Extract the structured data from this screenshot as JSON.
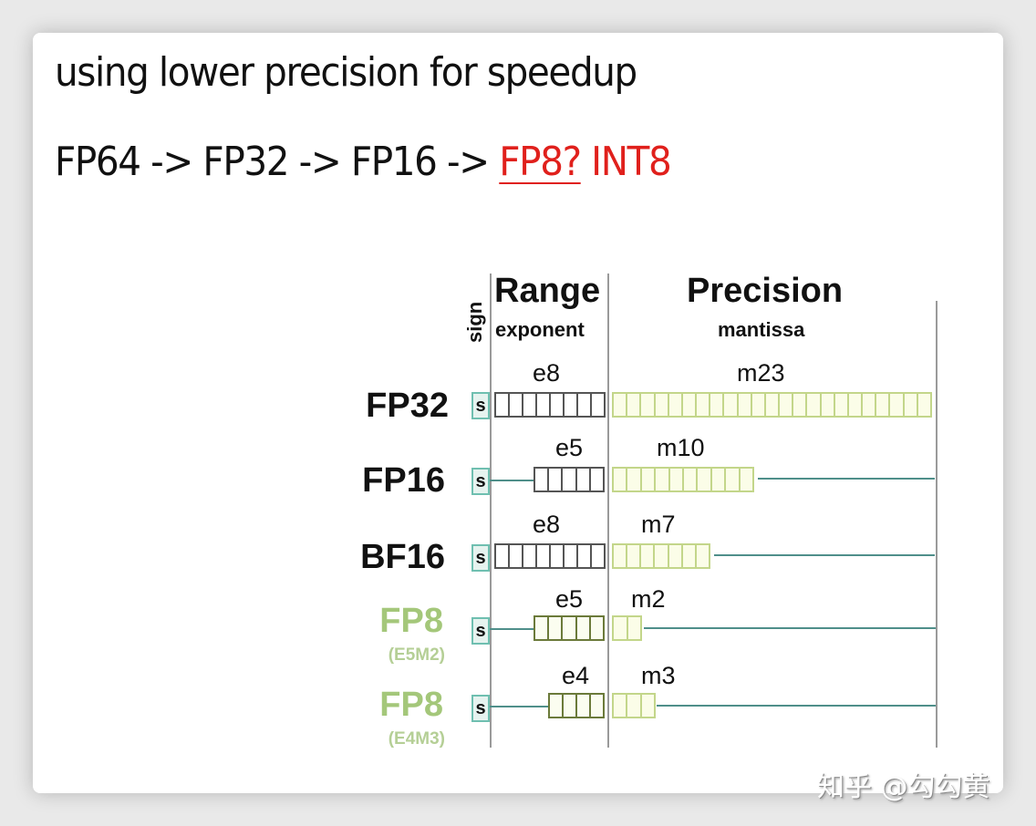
{
  "slide": {
    "title": "using lower precision for speedup",
    "chain": {
      "black_part": "FP64 -> FP32 -> FP16 -> ",
      "red_underlined": "FP8?",
      "red_rest": " INT8"
    }
  },
  "diagram": {
    "headers": {
      "sign": "sign",
      "range": "Range",
      "range_sub": "exponent",
      "precision": "Precision",
      "precision_sub": "mantissa"
    },
    "colors": {
      "sign_box": "#6fbfb0",
      "exponent_box": "#555555",
      "mantissa_box": "#c3d68a",
      "fp8_label": "#a4c77a",
      "connector": "#4f8f8a",
      "accent_red": "#e0201c"
    },
    "rows": [
      {
        "name": "FP32",
        "sub": "",
        "sign": "s",
        "exp_label": "e8",
        "man_label": "m23",
        "exp_bits": 8,
        "man_bits": 23
      },
      {
        "name": "FP16",
        "sub": "",
        "sign": "s",
        "exp_label": "e5",
        "man_label": "m10",
        "exp_bits": 5,
        "man_bits": 10
      },
      {
        "name": "BF16",
        "sub": "",
        "sign": "s",
        "exp_label": "e8",
        "man_label": "m7",
        "exp_bits": 8,
        "man_bits": 7
      },
      {
        "name": "FP8",
        "sub": "(E5M2)",
        "sign": "s",
        "exp_label": "e5",
        "man_label": "m2",
        "exp_bits": 5,
        "man_bits": 2
      },
      {
        "name": "FP8",
        "sub": "(E4M3)",
        "sign": "s",
        "exp_label": "e4",
        "man_label": "m3",
        "exp_bits": 4,
        "man_bits": 3
      }
    ]
  },
  "watermark": "知乎 @勾勾黄"
}
